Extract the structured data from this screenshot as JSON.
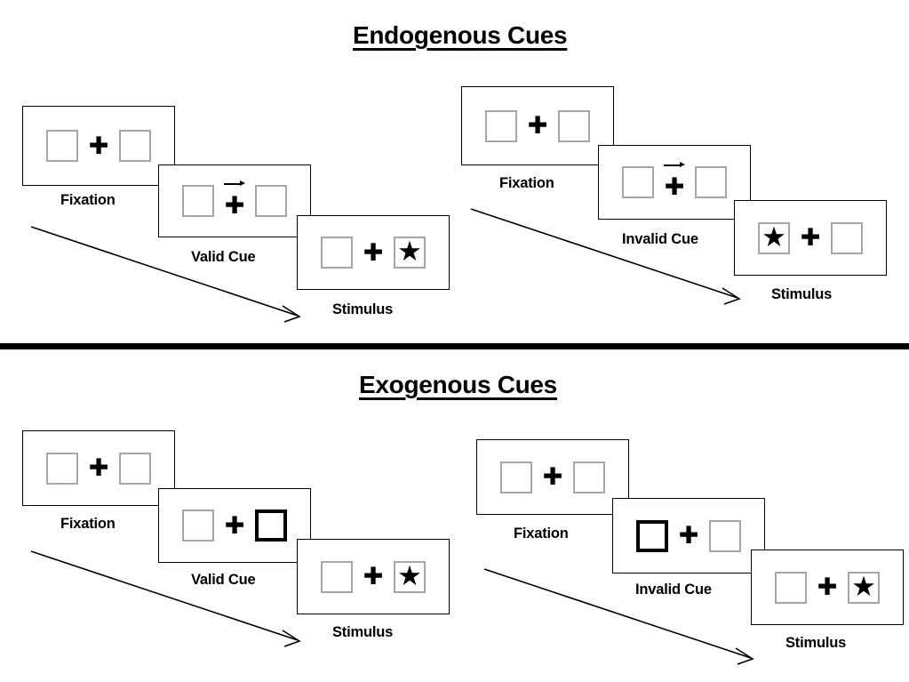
{
  "page": {
    "background": "#ffffff",
    "ink": "#000000",
    "box_outline_color": "#a6a6a6",
    "cued_box_outline_color": "#000000"
  },
  "sections": [
    {
      "id": "endogenous",
      "title": "Endogenous Cues",
      "columns": [
        {
          "id": "endogenous-valid",
          "frames": [
            {
              "id": "endo-valid-fixation",
              "caption": "Fixation",
              "left_box": {
                "content": "",
                "cued": false
              },
              "right_box": {
                "content": "",
                "cued": false
              },
              "center": {
                "symbol": "✚",
                "arrow_cue": "none"
              }
            },
            {
              "id": "endo-valid-cue",
              "caption": "Valid Cue",
              "left_box": {
                "content": "",
                "cued": false
              },
              "right_box": {
                "content": "",
                "cued": false
              },
              "center": {
                "symbol": "✚",
                "arrow_cue": "right"
              }
            },
            {
              "id": "endo-valid-stimulus",
              "caption": "Stimulus",
              "left_box": {
                "content": "",
                "cued": false
              },
              "right_box": {
                "content": "★",
                "cued": false
              },
              "center": {
                "symbol": "✚",
                "arrow_cue": "none"
              }
            }
          ]
        },
        {
          "id": "endogenous-invalid",
          "frames": [
            {
              "id": "endo-invalid-fixation",
              "caption": "Fixation",
              "left_box": {
                "content": "",
                "cued": false
              },
              "right_box": {
                "content": "",
                "cued": false
              },
              "center": {
                "symbol": "✚",
                "arrow_cue": "none"
              }
            },
            {
              "id": "endo-invalid-cue",
              "caption": "Invalid Cue",
              "left_box": {
                "content": "",
                "cued": false
              },
              "right_box": {
                "content": "",
                "cued": false
              },
              "center": {
                "symbol": "✚",
                "arrow_cue": "right"
              }
            },
            {
              "id": "endo-invalid-stimulus",
              "caption": "Stimulus",
              "left_box": {
                "content": "★",
                "cued": false
              },
              "right_box": {
                "content": "",
                "cued": false
              },
              "center": {
                "symbol": "✚",
                "arrow_cue": "none"
              }
            }
          ]
        }
      ]
    },
    {
      "id": "exogenous",
      "title": "Exogenous Cues",
      "columns": [
        {
          "id": "exogenous-valid",
          "frames": [
            {
              "id": "exo-valid-fixation",
              "caption": "Fixation",
              "left_box": {
                "content": "",
                "cued": false
              },
              "right_box": {
                "content": "",
                "cued": false
              },
              "center": {
                "symbol": "✚",
                "arrow_cue": "none"
              }
            },
            {
              "id": "exo-valid-cue",
              "caption": "Valid Cue",
              "left_box": {
                "content": "",
                "cued": false
              },
              "right_box": {
                "content": "",
                "cued": true
              },
              "center": {
                "symbol": "✚",
                "arrow_cue": "none"
              }
            },
            {
              "id": "exo-valid-stimulus",
              "caption": "Stimulus",
              "left_box": {
                "content": "",
                "cued": false
              },
              "right_box": {
                "content": "★",
                "cued": false
              },
              "center": {
                "symbol": "✚",
                "arrow_cue": "none"
              }
            }
          ]
        },
        {
          "id": "exogenous-invalid",
          "frames": [
            {
              "id": "exo-invalid-fixation",
              "caption": "Fixation",
              "left_box": {
                "content": "",
                "cued": false
              },
              "right_box": {
                "content": "",
                "cued": false
              },
              "center": {
                "symbol": "✚",
                "arrow_cue": "none"
              }
            },
            {
              "id": "exo-invalid-cue",
              "caption": "Invalid Cue",
              "left_box": {
                "content": "",
                "cued": true
              },
              "right_box": {
                "content": "",
                "cued": false
              },
              "center": {
                "symbol": "✚",
                "arrow_cue": "none"
              }
            },
            {
              "id": "exo-invalid-stimulus",
              "caption": "Stimulus",
              "left_box": {
                "content": "",
                "cued": false
              },
              "right_box": {
                "content": "★",
                "cued": false
              },
              "center": {
                "symbol": "✚",
                "arrow_cue": "none"
              }
            }
          ]
        }
      ]
    }
  ]
}
